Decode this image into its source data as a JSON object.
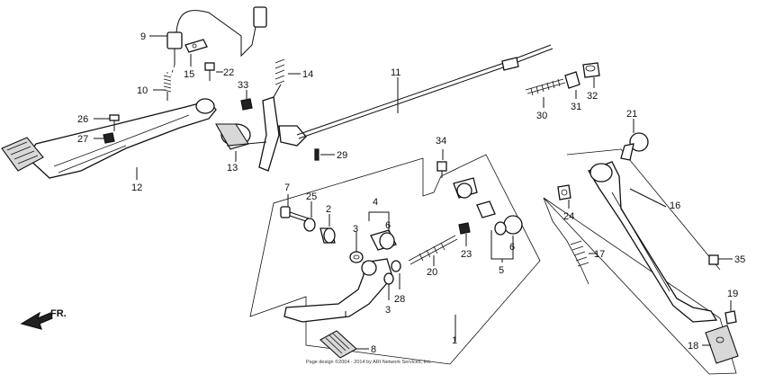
{
  "labels": {
    "n1": "1",
    "n2": "2",
    "n3a": "3",
    "n3b": "3",
    "n4": "4",
    "n5": "5",
    "n6a": "6",
    "n6b": "6",
    "n8": "8",
    "n9": "9",
    "n10": "10",
    "n11": "11",
    "n12": "12",
    "n13": "13",
    "n14": "14",
    "n15": "15",
    "n16": "16",
    "n17": "17",
    "n18": "18",
    "n19": "19",
    "n20": "20",
    "n21": "21",
    "n22": "22",
    "n23": "23",
    "n24": "24",
    "n25": "25",
    "n26": "26",
    "n27": "27",
    "n28": "28",
    "n29": "29",
    "n30": "30",
    "n31": "31",
    "n32": "32",
    "n33": "33",
    "n34": "34",
    "n35": "35",
    "n7": "7"
  },
  "direction_label": "FR.",
  "copyright": "Page design ©2004 - 2014 by ARI Network Services, Inc."
}
